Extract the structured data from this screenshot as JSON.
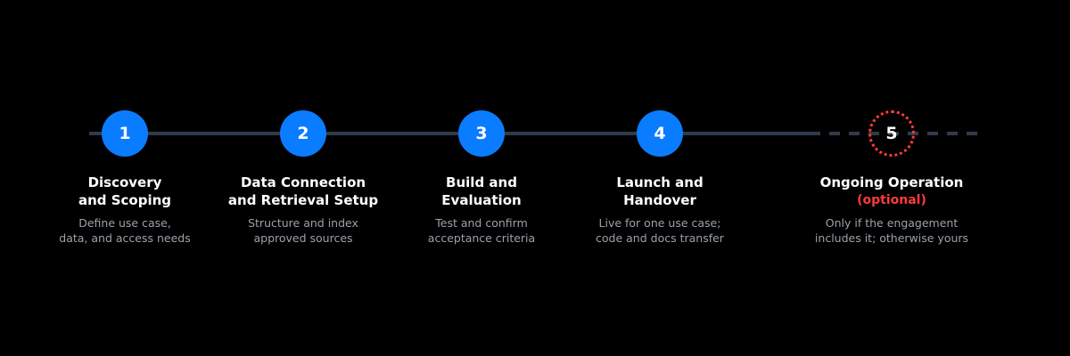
{
  "steps": [
    {
      "number": "1",
      "title_lines": [
        "Discovery",
        "and Scoping"
      ],
      "description_lines": [
        "Define use case,",
        "data, and access needs"
      ]
    },
    {
      "number": "2",
      "title_lines": [
        "Data Connection",
        "and Retrieval Setup"
      ],
      "description_lines": [
        "Structure and index",
        "approved sources"
      ]
    },
    {
      "number": "3",
      "title_lines": [
        "Build and",
        "Evaluation"
      ],
      "description_lines": [
        "Test and confirm",
        "acceptance criteria"
      ]
    },
    {
      "number": "4",
      "title_lines": [
        "Launch and",
        "Handover"
      ],
      "description_lines": [
        "Live for one use case;",
        "code and docs transfer"
      ]
    },
    {
      "number": "5",
      "title_lines": [
        "Ongoing Operation"
      ],
      "tag": "(optional)",
      "description_lines": [
        "Only if the engagement",
        "includes it; otherwise yours"
      ]
    }
  ],
  "colors": {
    "background": "#000000",
    "step_fill": "#0a7cff",
    "optional_accent": "#ff3b3b",
    "connector": "#2f3b4b",
    "title_text": "#ffffff",
    "description_text": "#9aa1ab"
  }
}
